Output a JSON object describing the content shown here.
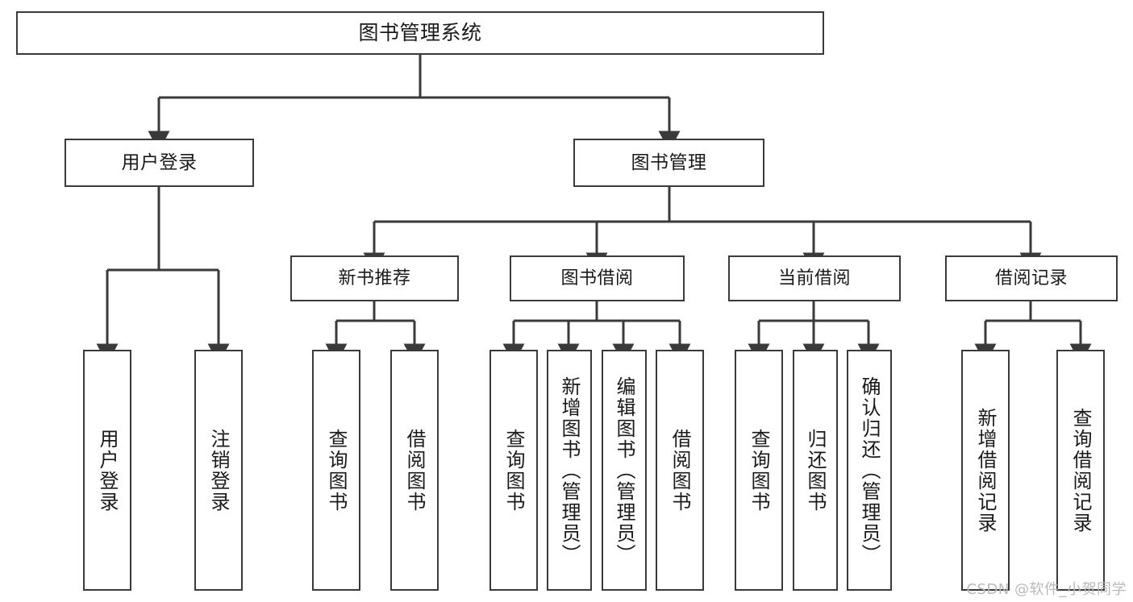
{
  "diagram": {
    "title_node": {
      "label": "图书管理系统"
    },
    "level2": [
      {
        "label": "用户登录"
      },
      {
        "label": "图书管理"
      }
    ],
    "level3": [
      {
        "label": "新书推荐"
      },
      {
        "label": "图书借阅"
      },
      {
        "label": "当前借阅"
      },
      {
        "label": "借阅记录"
      }
    ],
    "leaves": [
      {
        "label": "用户登录"
      },
      {
        "label": "注销登录"
      },
      {
        "label": "查询图书"
      },
      {
        "label": "借阅图书"
      },
      {
        "label": "查询图书"
      },
      {
        "label": "新增图书（管理员）"
      },
      {
        "label": "编辑图书（管理员）"
      },
      {
        "label": "借阅图书"
      },
      {
        "label": "查询图书"
      },
      {
        "label": "归还图书"
      },
      {
        "label": "确认归还（管理员）"
      },
      {
        "label": "新增借阅记录"
      },
      {
        "label": "查询借阅记录"
      }
    ]
  },
  "watermark": {
    "text": "CSDN @软件_小贺同学"
  },
  "colors": {
    "stroke": "#3a3a3a",
    "background": "#ffffff",
    "text": "#1a1a1a",
    "watermark": "#b9b9b9"
  }
}
